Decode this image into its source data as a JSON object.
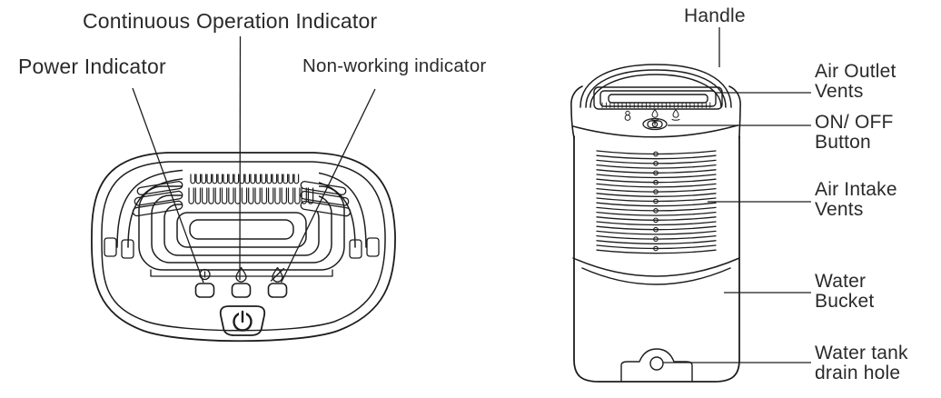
{
  "diagram": {
    "background": "#ffffff",
    "line_color": "#1d1d1d",
    "text_color": "#2a2a2a",
    "top_view": {
      "labels": {
        "continuous_operation": "Continuous Operation Indicator",
        "power": "Power Indicator",
        "non_working": "Non-working indicator"
      },
      "icons": {
        "power": "power-indicator-icon",
        "continuous": "water-drop-icon",
        "non_working": "crossed-water-drop-icon",
        "power_button": "power-symbol-icon"
      }
    },
    "front_view": {
      "labels": {
        "handle": "Handle",
        "air_outlet": "Air Outlet\nVents",
        "on_off": "ON/ OFF\nButton",
        "air_intake": "Air Intake\nVents",
        "water_bucket": "Water\nBucket",
        "drain_hole": "Water tank\ndrain hole"
      }
    }
  }
}
